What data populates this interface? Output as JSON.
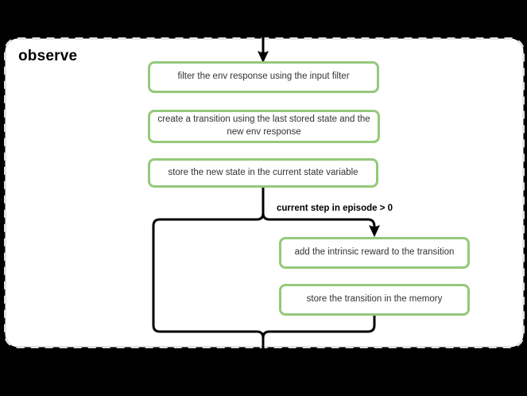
{
  "diagram": {
    "group_title": "observe",
    "nodes": [
      {
        "id": "filter-env-response",
        "label": "filter the env response using the input filter"
      },
      {
        "id": "create-transition",
        "label": "create a transition using the last stored state and the\nnew env response"
      },
      {
        "id": "store-new-state",
        "label": "store the new state in the current state variable"
      },
      {
        "id": "add-intrinsic-reward",
        "label": "add the intrinsic reward to the transition"
      },
      {
        "id": "store-transition",
        "label": "store the transition in the memory"
      }
    ],
    "condition_label": "current step in episode > 0",
    "colors": {
      "background": "#000000",
      "container_fill": "#ffffff",
      "container_border": "#e2e2e2",
      "node_border": "#94c97a",
      "node_fill": "#ffffff",
      "connector": "#000000",
      "node_text": "#333333",
      "title_text": "#000000"
    }
  }
}
